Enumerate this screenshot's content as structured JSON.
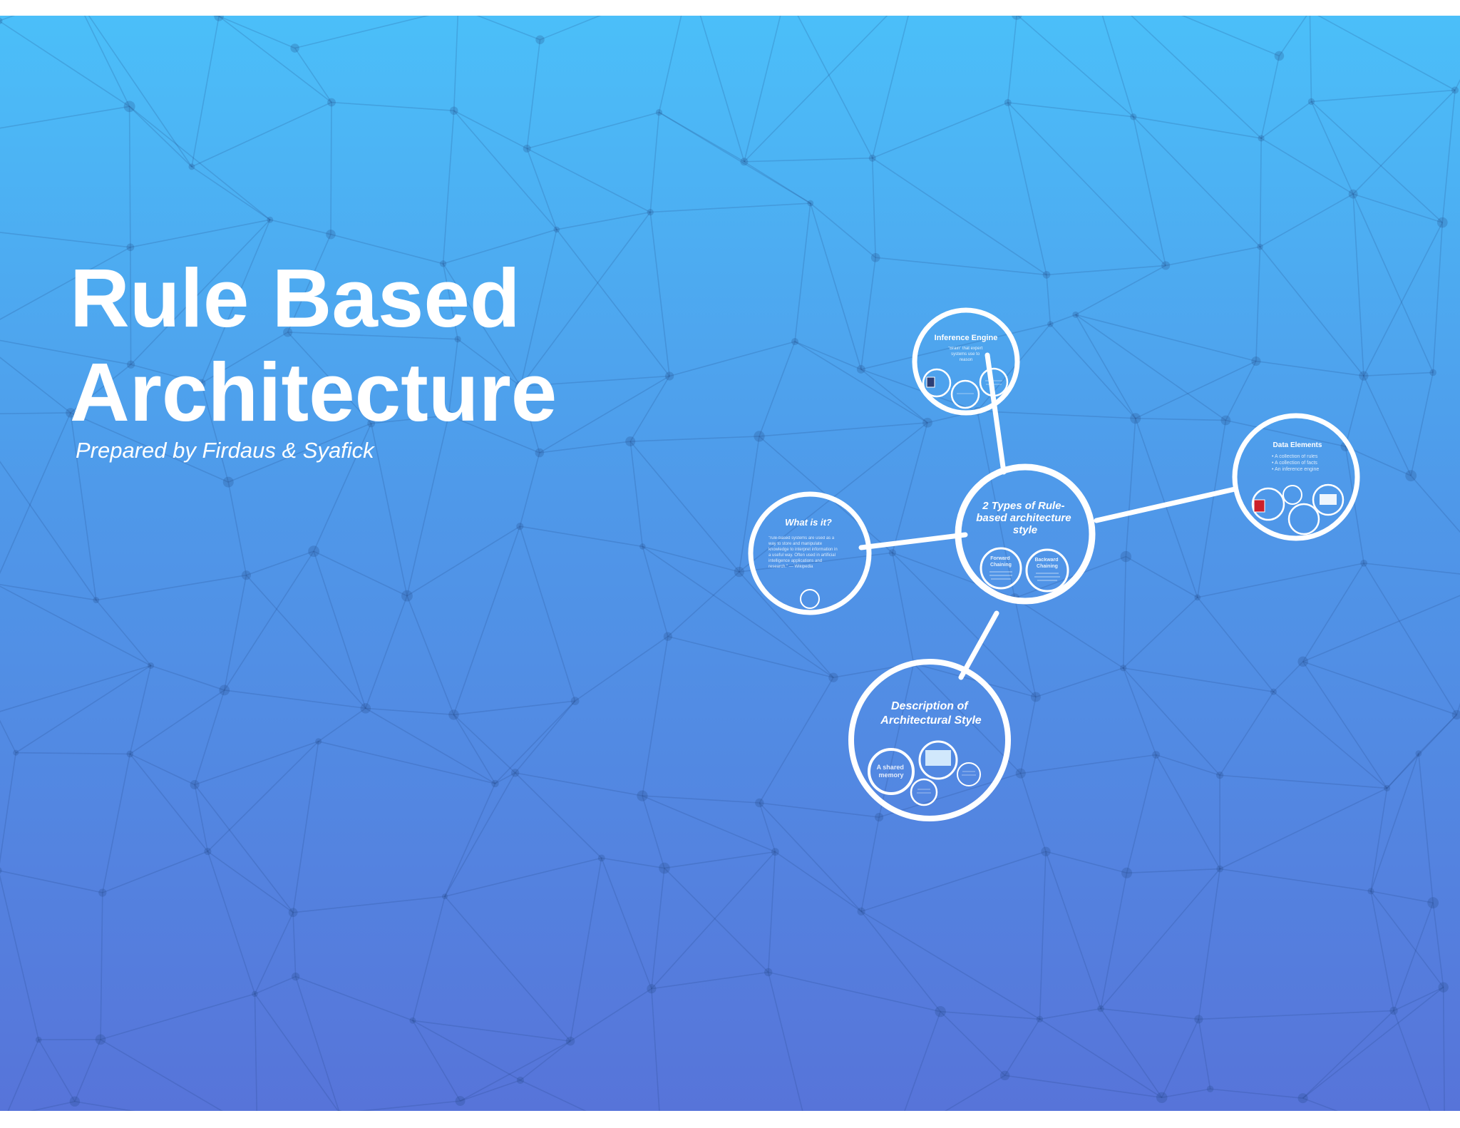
{
  "slide": {
    "title_line1": "Rule Based",
    "title_line2": "Architecture",
    "subtitle": "Prepared by Firdaus & Syafick"
  },
  "mindmap": {
    "center": {
      "title": [
        "2 Types of Rule-",
        "based architecture",
        "style"
      ],
      "sub_left": [
        "Forward",
        "Chaining"
      ],
      "sub_right": [
        "Backward",
        "Chaining"
      ]
    },
    "inference": {
      "title": "Inference Engine",
      "text": [
        "\"Brain\" that expert",
        "systems use to",
        "reason"
      ]
    },
    "what": {
      "title": "What is it?",
      "text": [
        "\"rule-based systems are used as a",
        "way to store and manipulate",
        "knowledge to interpret information in",
        "a useful way. Often used in artificial",
        "intelligence applications and",
        "research.\" — Wikipedia"
      ]
    },
    "data": {
      "title": "Data Elements",
      "text": [
        "• A collection of rules",
        "• A collection of facts",
        "• An inference engine"
      ]
    },
    "description": {
      "title": [
        "Description of",
        "Architectural Style"
      ],
      "sub": [
        "A shared",
        "memory"
      ]
    }
  },
  "colors": {
    "bg_top": "#4bbff9",
    "bg_bottom": "#5774d9",
    "ring": "#ffffff",
    "accent_red": "#cc1f2a",
    "accent_navy": "#2c3e75"
  }
}
